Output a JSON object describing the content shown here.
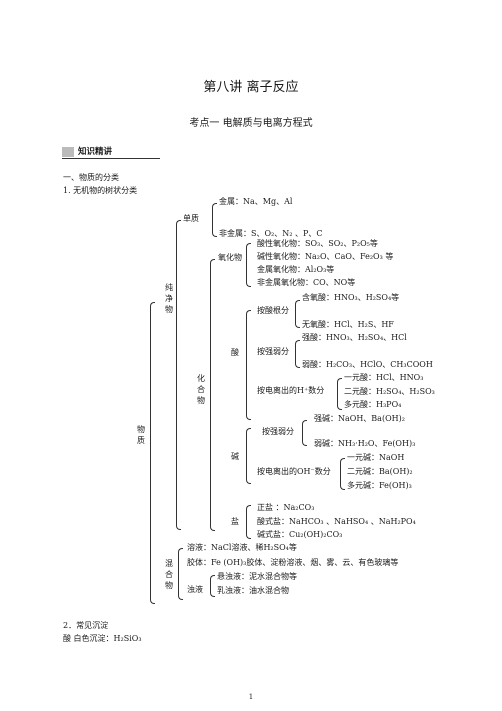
{
  "title": "第八讲  离子反应",
  "subtitle": "考点一    电解质与电离方程式",
  "badge": "知识精讲",
  "section1": "一、物质的分类",
  "section1_1": "1.  无机物的树状分类",
  "tree": {
    "root": "物质",
    "pure": "纯净物",
    "simple": "单质",
    "metal": "金属：Na、Mg、Al",
    "nonmetal": "非金属：S、O₂、N₂ 、P、C",
    "compound": "化合物",
    "oxide": "氧化物",
    "acidic_oxide": "酸性氧化物：SO₃、SO₂、P₂O₅等",
    "basic_oxide": "碱性氧化物：Na₂O、CaO、Fe₂O₃ 等",
    "amph_oxide": "金属氧化物：Al₂O₃等",
    "neutral_oxide": "非金属氧化物：CO、NO等",
    "acid": "酸",
    "by_root": "按酸根分",
    "oxy_acid": "含氧酸：HNO₃、H₂SO₄等",
    "nonoxy_acid": "无氧酸：HCl、H₂S、HF",
    "by_strength": "按强弱分",
    "strong_acid": "强酸：HNO₃、H₂SO₄、HCl",
    "weak_acid": "弱酸：H₂CO₃、HClO、CH₃COOH",
    "by_h": "按电离出的H⁺数分",
    "mono_acid": "一元酸：HCl、HNO₃",
    "di_acid": "二元酸：H₂SO₄、H₂SO₃",
    "poly_acid": "多元酸：H₃PO₄",
    "base": "碱",
    "base_by_strength": "按强弱分",
    "strong_base": "强碱：NaOH、Ba(OH)₂",
    "weak_base": "弱碱：NH₃·H₂O、Fe(OH)₃",
    "by_oh": "按电离出的OH⁻数分",
    "mono_base": "一元碱：NaOH",
    "di_base": "二元碱：Ba(OH)₂",
    "poly_base": "多元碱：Fe(OH)₃",
    "salt": "盐",
    "normal_salt": "正盐 ：Na₂CO₃",
    "acid_salt": "酸式盐：NaHCO₃ 、NaHSO₄ 、NaH₂PO₄",
    "basic_salt": "碱式盐：Cu₂(OH)₂CO₃",
    "mixture": "混合物",
    "solution": "溶液：NaCl溶液、稀H₂SO₄等",
    "colloid": "胶体：Fe (OH)₃胶体、淀粉溶液、烟、雾、云、有色玻璃等",
    "turbid": "浊液",
    "suspension": "悬浊液：泥水混合物等",
    "emulsion": "乳浊液：油水混合物"
  },
  "section2": "2．常见沉淀",
  "line_acid": "酸    白色沉淀：H₂SiO₃",
  "page_number": "1"
}
